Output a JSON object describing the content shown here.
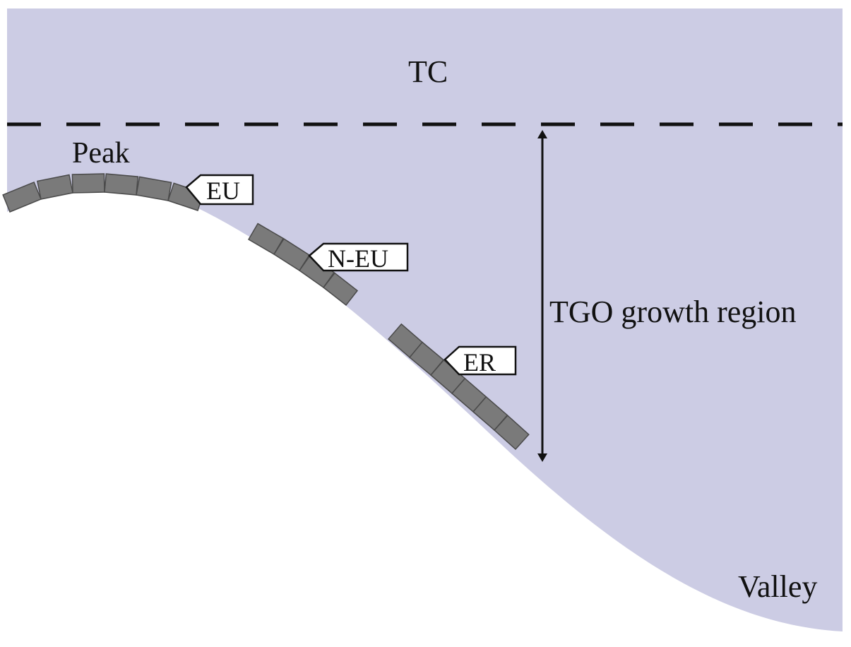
{
  "labels": {
    "top_coat": "TC",
    "peak": "Peak",
    "valley": "Valley",
    "growth_region": "TGO growth region"
  },
  "tags": {
    "eu": "EU",
    "n_eu": "N-EU",
    "er": "ER"
  },
  "colors": {
    "top_coat_fill": "#cccce4",
    "substrate_fill": "#ffffff",
    "element_fill": "#7a7a7a",
    "element_stroke": "#4a4a4a",
    "line": "#111111"
  }
}
